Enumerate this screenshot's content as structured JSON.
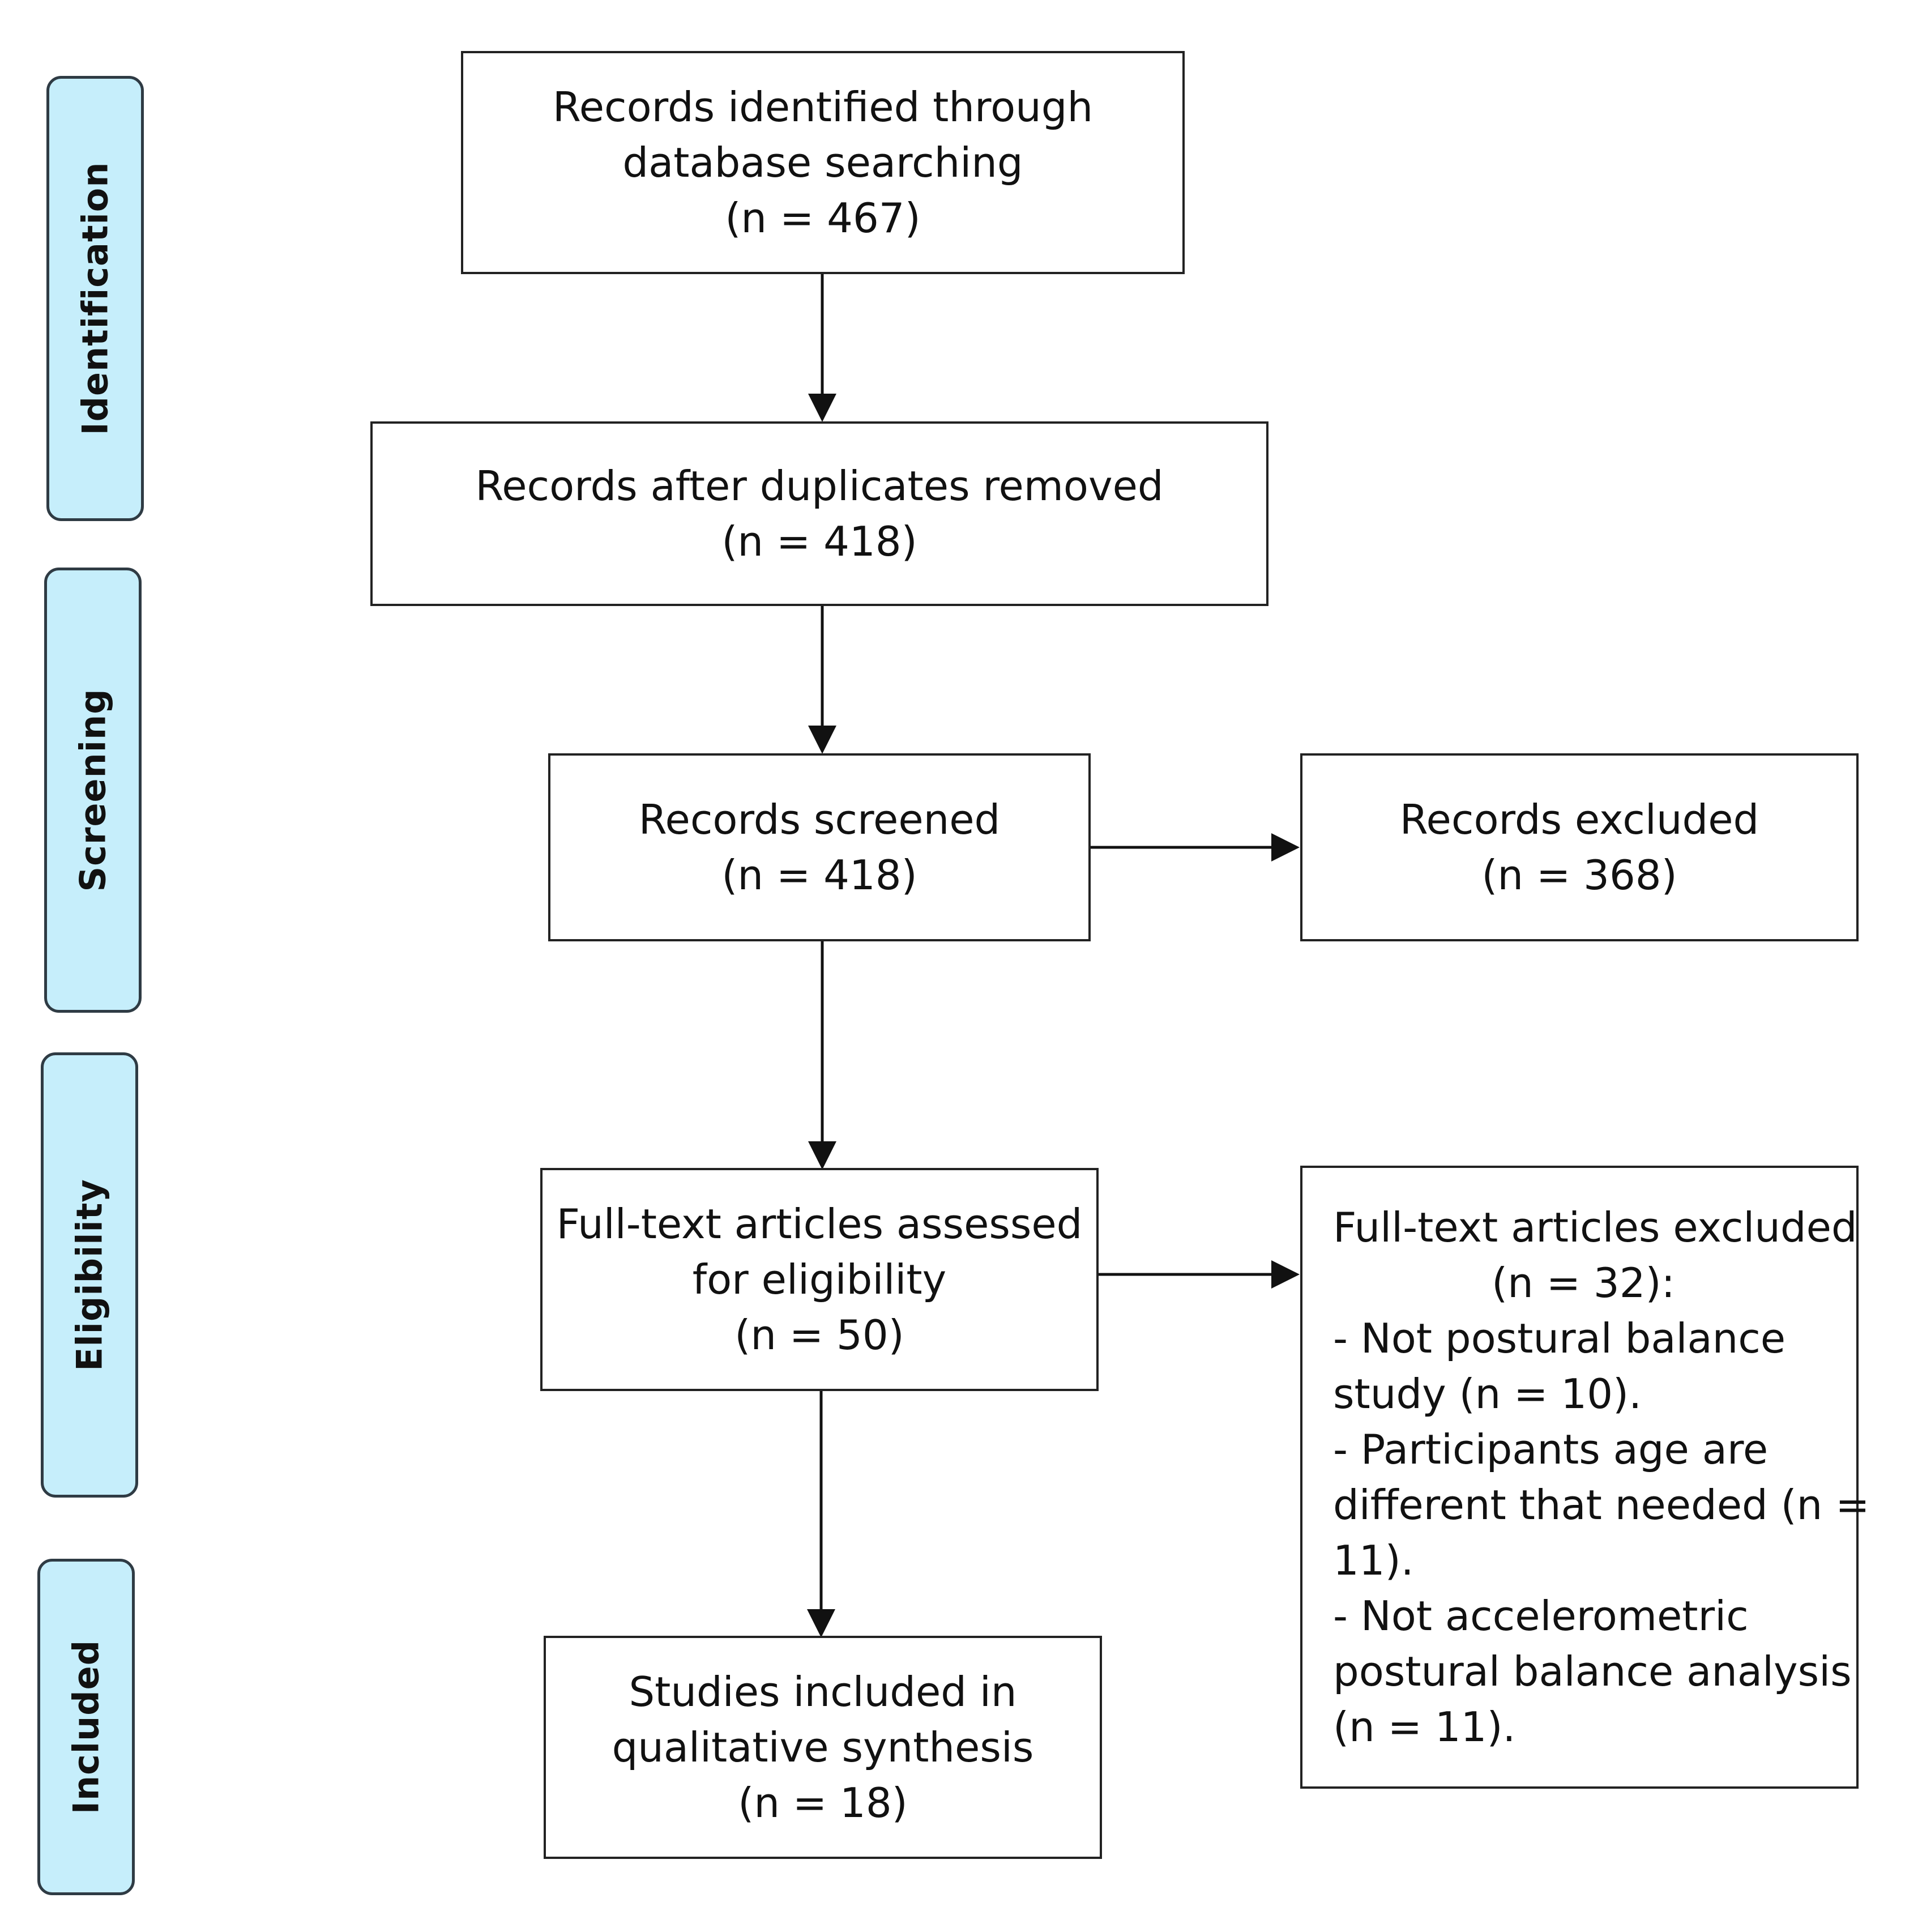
{
  "phases": [
    {
      "label": "Identification"
    },
    {
      "label": "Screening"
    },
    {
      "label": "Eligibility"
    },
    {
      "label": "Included"
    }
  ],
  "boxes": {
    "identified": {
      "lines": [
        "Records identified through",
        "database searching",
        "(n = 467)"
      ],
      "n": 467
    },
    "after_duplicates": {
      "lines": [
        "Records after duplicates removed",
        "(n = 418)"
      ],
      "n": 418
    },
    "screened": {
      "lines": [
        "Records screened",
        "(n = 418)"
      ],
      "n": 418
    },
    "excluded": {
      "lines": [
        "Records excluded",
        "(n = 368)"
      ],
      "n": 368
    },
    "fulltext_assessed": {
      "lines": [
        "Full-text articles assessed",
        "for eligibility",
        "(n = 50)"
      ],
      "n": 50
    },
    "fulltext_excluded": {
      "lines": [
        "Full-text articles excluded",
        "(n = 32):",
        "- Not postural balance",
        "study (n = 10).",
        "- Participants age are",
        "different that needed (n =",
        "11).",
        "- Not accelerometric",
        "postural balance analysis",
        "(n = 11)."
      ],
      "n": 32
    },
    "included": {
      "lines": [
        "Studies included in",
        "qualitative synthesis",
        "(n = 18)"
      ],
      "n": 18
    }
  },
  "colors": {
    "phase_fill": "#c6eefb",
    "phase_border": "#2f3b44",
    "box_border": "#222222",
    "arrow": "#111111"
  }
}
